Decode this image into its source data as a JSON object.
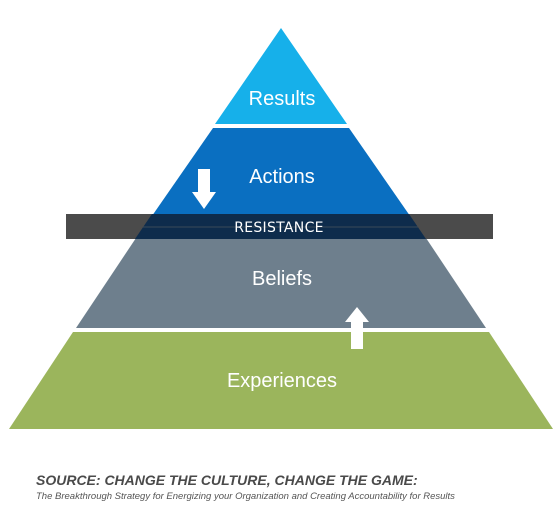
{
  "pyramid": {
    "layers": {
      "results": {
        "label": "Results",
        "color": "#16b0ea"
      },
      "actions": {
        "label": "Actions",
        "color": "#0a6fc1"
      },
      "beliefs": {
        "label": "Beliefs",
        "color": "#6e7f8d"
      },
      "experiences": {
        "label": "Experiences",
        "color": "#9bb55c"
      }
    },
    "resistance_band": {
      "label": "RESISTANCE",
      "color": "#4b4b4b"
    },
    "arrows": {
      "down": {
        "icon": "arrow-down-icon",
        "color": "#ffffff"
      },
      "up": {
        "icon": "arrow-up-icon",
        "color": "#ffffff"
      }
    }
  },
  "source": {
    "title": "SOURCE: CHANGE THE CULTURE, CHANGE THE GAME:",
    "subtitle": "The Breakthrough Strategy for Energizing your Organization and Creating Accountability for Results"
  }
}
